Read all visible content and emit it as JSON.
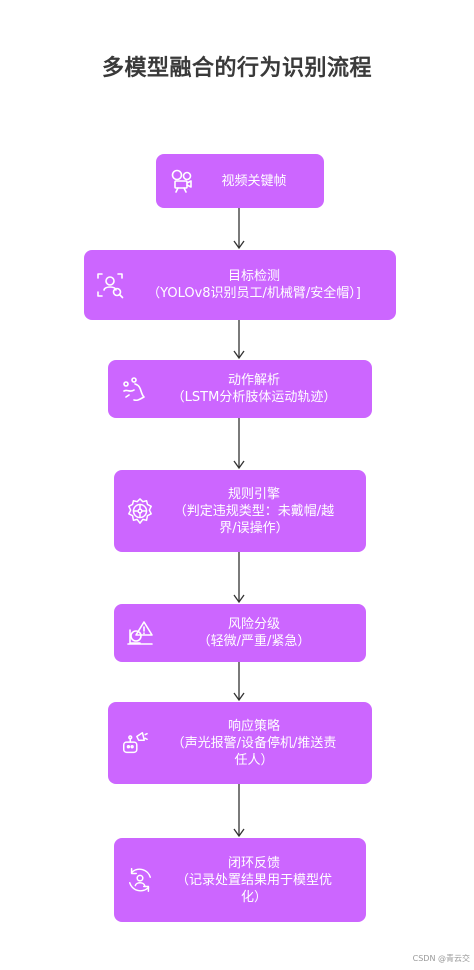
{
  "title": "多模型融合的行为识别流程",
  "nodes": [
    {
      "icon": "video-camera-icon",
      "lines": [
        "视频关键帧"
      ]
    },
    {
      "icon": "face-scan-icon",
      "lines": [
        "目标检测",
        "（YOLOv8识别员工/机械臂/安全帽）]"
      ]
    },
    {
      "icon": "motion-path-icon",
      "lines": [
        "动作解析",
        "（LSTM分析肢体运动轨迹）"
      ]
    },
    {
      "icon": "gear-engine-icon",
      "lines": [
        "规则引擎",
        "（判定违规类型：未戴帽/越",
        "界/误操作）"
      ]
    },
    {
      "icon": "risk-warning-icon",
      "lines": [
        "风险分级",
        "（轻微/严重/紧急）"
      ]
    },
    {
      "icon": "robot-alarm-icon",
      "lines": [
        "响应策略",
        "（声光报警/设备停机/推送责",
        "任人）"
      ]
    },
    {
      "icon": "user-refresh-icon",
      "lines": [
        "闭环反馈",
        "（记录处置结果用于模型优",
        "化）"
      ]
    }
  ],
  "colors": {
    "node_fill": "#cc66ff",
    "node_text": "#ffffff",
    "arrow": "#333333",
    "title": "#3a3a3a"
  },
  "footer": "CSDN @青云交"
}
